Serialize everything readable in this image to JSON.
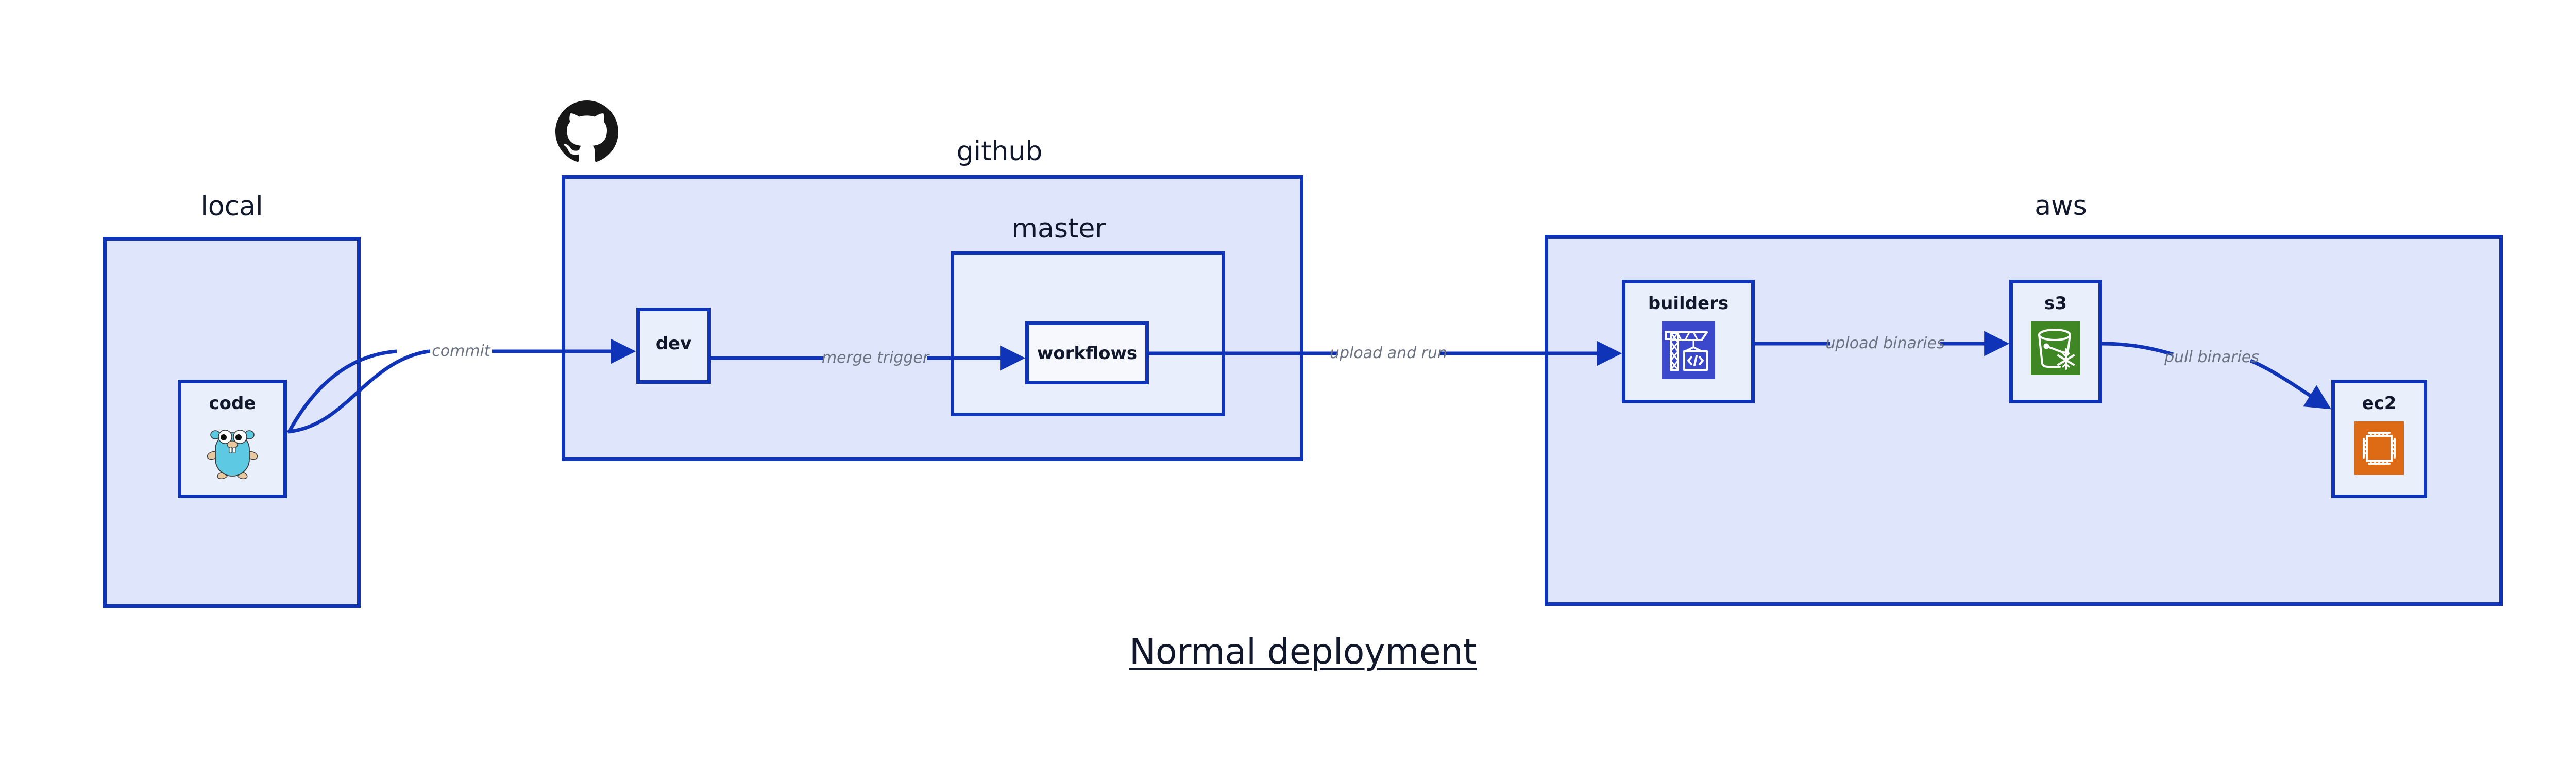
{
  "diagram": {
    "title": "Normal deployment",
    "colors": {
      "group_border": "#1034b8",
      "group_fill_outer": "#dfe5fb",
      "group_fill_inner": "#e9eefc",
      "node_fill": "#eaeffc",
      "edge_stroke": "#1034b8",
      "edge_label_text": "#6b7280",
      "label_text": "#12182c",
      "codebuild_icon_bg": "#3b48cc",
      "s3_glacier_icon_bg": "#3f8624",
      "ec2_icon_bg": "#dd6b15",
      "go_gopher_body": "#5dc9e2",
      "github_logo": "#181717"
    }
  },
  "groups": [
    {
      "id": "local",
      "label": "local"
    },
    {
      "id": "github",
      "label": "github"
    },
    {
      "id": "master",
      "label": "master"
    },
    {
      "id": "aws",
      "label": "aws"
    }
  ],
  "nodes": [
    {
      "id": "code",
      "label": "code",
      "icon": "go-gopher-icon",
      "group": "local"
    },
    {
      "id": "dev",
      "label": "dev",
      "icon": null,
      "group": "github"
    },
    {
      "id": "workflows",
      "label": "workflows",
      "icon": null,
      "group": "master"
    },
    {
      "id": "builders",
      "label": "builders",
      "icon": "aws-codebuild-icon",
      "group": "aws"
    },
    {
      "id": "s3",
      "label": "s3",
      "icon": "aws-s3-glacier-icon",
      "group": "aws"
    },
    {
      "id": "ec2",
      "label": "ec2",
      "icon": "aws-ec2-icon",
      "group": "aws"
    }
  ],
  "edges": [
    {
      "id": "commit",
      "label": "commit",
      "from": "code",
      "to": "dev"
    },
    {
      "id": "merge-trigger",
      "label": "merge trigger",
      "from": "dev",
      "to": "workflows"
    },
    {
      "id": "upload-and-run",
      "label": "upload and run",
      "from": "workflows",
      "to": "builders"
    },
    {
      "id": "upload-binaries",
      "label": "upload binaries",
      "from": "builders",
      "to": "s3"
    },
    {
      "id": "pull-binaries",
      "label": "pull binaries",
      "from": "s3",
      "to": "ec2"
    }
  ],
  "logos": [
    {
      "id": "github-logo",
      "name": "github-octocat-logo"
    }
  ]
}
